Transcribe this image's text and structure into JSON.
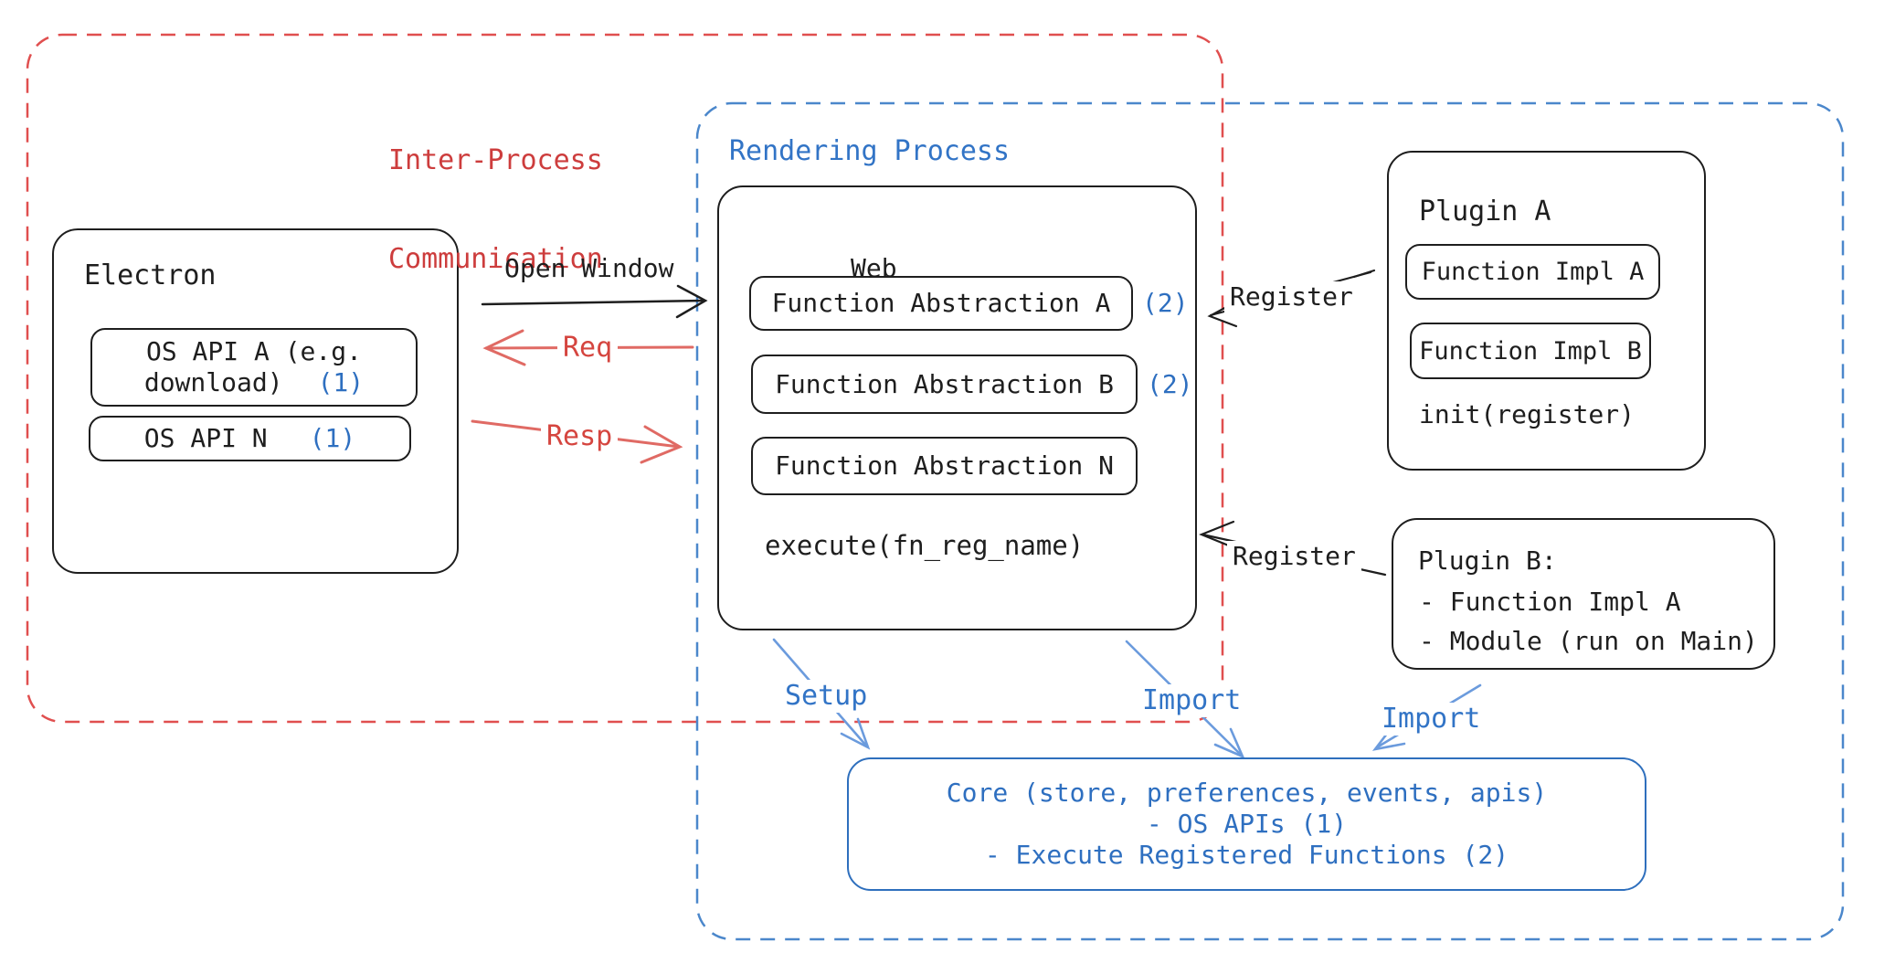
{
  "regions": {
    "ipc": {
      "line1": "Inter-Process",
      "line2": "Communication"
    },
    "rendering": {
      "title": "Rendering Process"
    }
  },
  "electron": {
    "title": "Electron",
    "os_api_a": {
      "line1": "OS API A (e.g.",
      "line2": "download)",
      "badge": "(1)"
    },
    "os_api_n": {
      "label": "OS API N",
      "badge": "(1)"
    }
  },
  "web": {
    "title": "Web",
    "fn_a": {
      "label": "Function Abstraction A",
      "badge": "(2)"
    },
    "fn_b": {
      "label": "Function Abstraction B",
      "badge": "(2)"
    },
    "fn_n": {
      "label": "Function Abstraction N"
    },
    "execute": "execute(fn_reg_name)"
  },
  "plugin_a": {
    "title": "Plugin A",
    "impl_a": "Function Impl A",
    "impl_b": "Function Impl B",
    "init": "init(register)"
  },
  "plugin_b": {
    "title": "Plugin B:",
    "item1": "- Function Impl A",
    "item2": "- Module (run on Main)"
  },
  "core": {
    "line1": "Core (store, preferences, events, apis)",
    "line2": "- OS APIs (1)",
    "line3": "- Execute Registered Functions (2)"
  },
  "arrows": {
    "open_window": "Open Window",
    "req": "Req",
    "resp": "Resp",
    "register_top": "Register",
    "register_bottom": "Register",
    "setup": "Setup",
    "import_web": "Import",
    "import_plugin": "Import"
  },
  "colors": {
    "ink": "#1e1e1e",
    "red_text": "#cd3d3d",
    "red_dash": "#e04f4f",
    "red_arrow": "#e06a64",
    "blue_text": "#2e6fc0",
    "blue_dash": "#4b87cb",
    "blue_arrow": "#6b9bdd"
  }
}
